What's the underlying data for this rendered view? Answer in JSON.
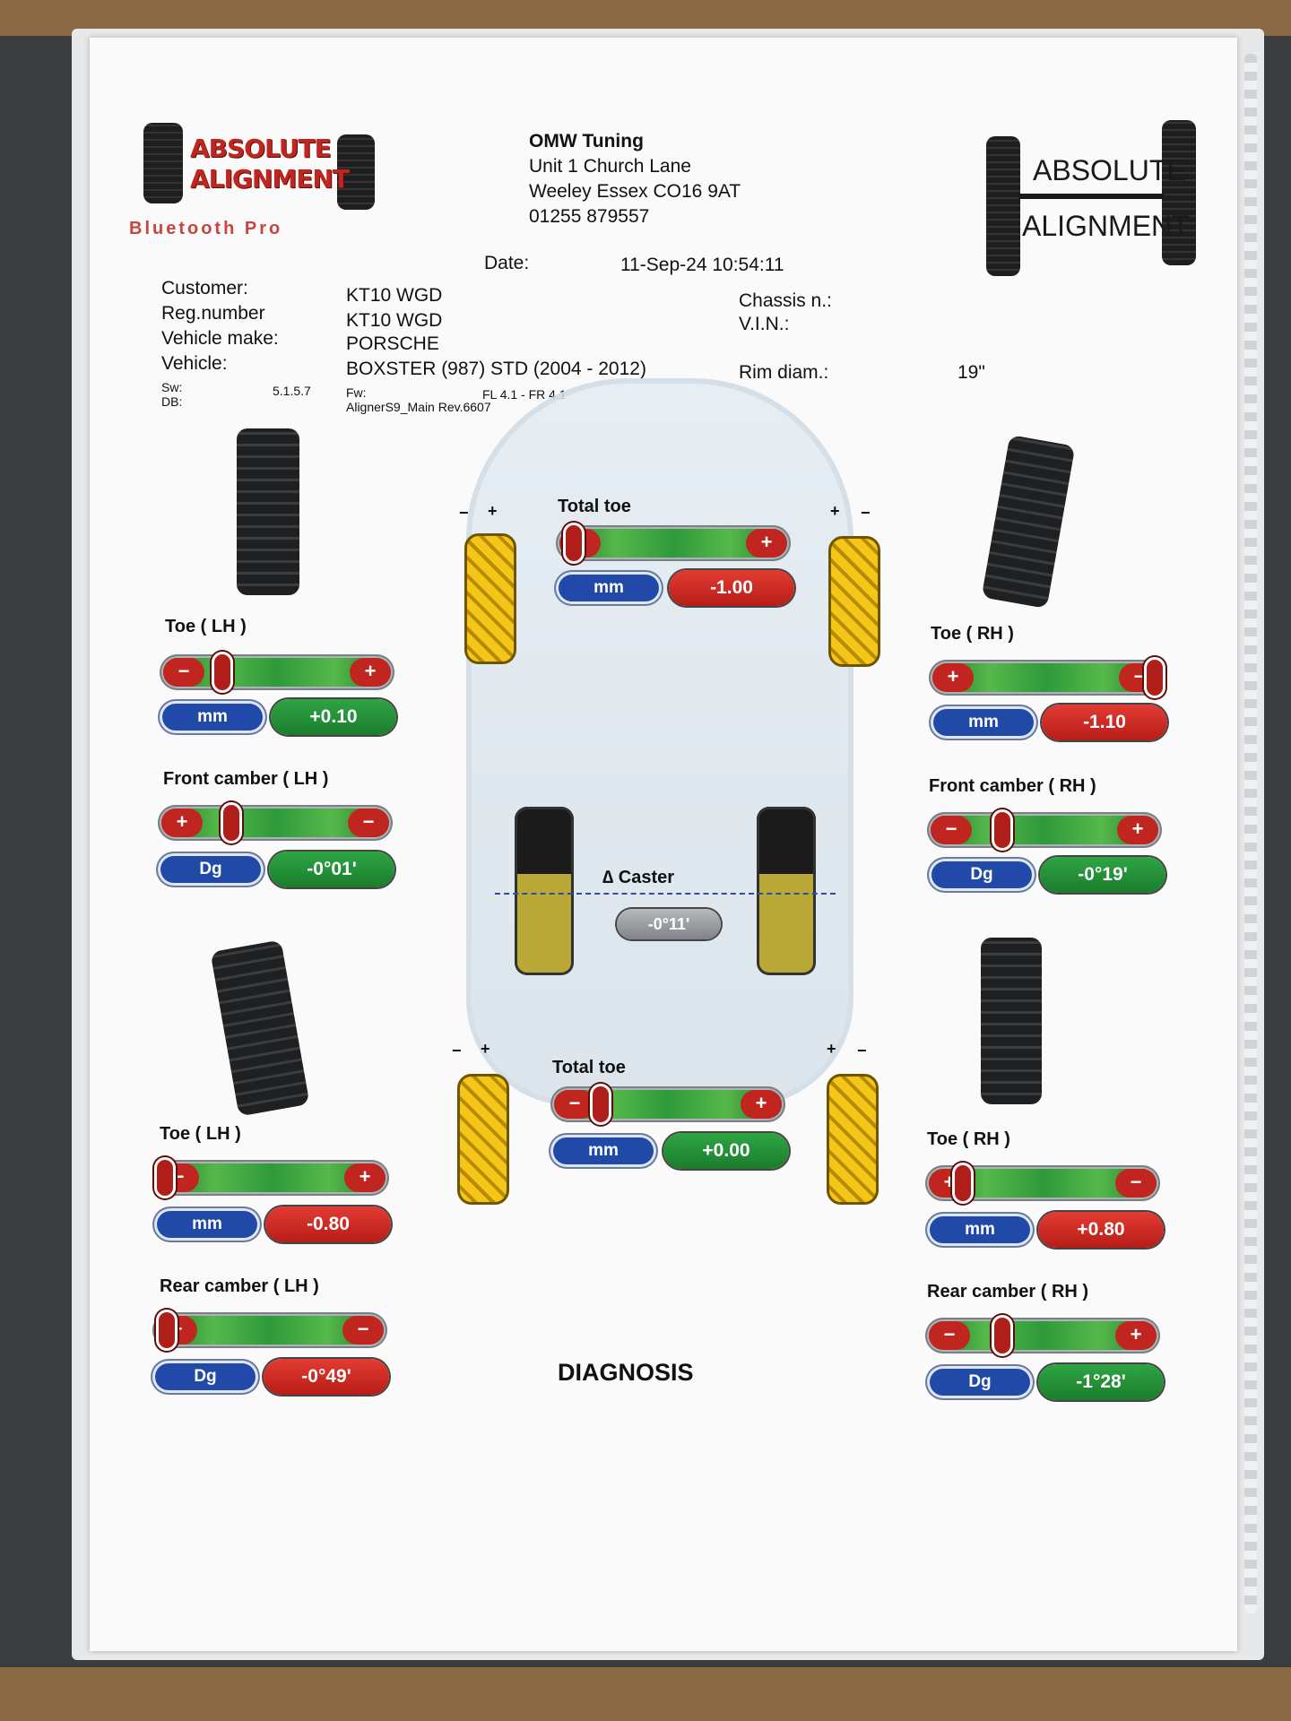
{
  "logo_left": {
    "line1": "ABSOLUTE",
    "line2": "ALIGNMENT",
    "tagline": "Bluetooth Pro"
  },
  "logo_right": {
    "line1": "ABSOLUTE",
    "line2": "ALIGNMENT"
  },
  "workshop": {
    "name": "OMW Tuning",
    "address1": "Unit 1 Church Lane",
    "address2": "Weeley Essex CO16 9AT",
    "phone": "01255 879557"
  },
  "date": {
    "label": "Date:",
    "value": "11-Sep-24  10:54:11"
  },
  "customer": {
    "customer_label": "Customer:",
    "customer_value": "KT10 WGD",
    "reg_label": "Reg.number",
    "reg_value": "KT10 WGD",
    "make_label": "Vehicle make:",
    "make_value": "PORSCHE",
    "vehicle_label": "Vehicle:",
    "vehicle_value": "BOXSTER (987) STD (2004 - 2012)",
    "chassis_label": "Chassis n.:",
    "vin_label": "V.I.N.:",
    "rim_label": "Rim diam.:",
    "rim_value": "19\""
  },
  "software": {
    "sw_label": "Sw:",
    "sw_value": "5.1.5.7",
    "db_label": "DB:",
    "fw_label": "Fw:",
    "fw_value": "FL 4.1 - FR 4.1",
    "db_value": "AlignerS9_Main Rev.6607"
  },
  "front_total_toe": {
    "label": "Total toe",
    "unit": "mm",
    "value": "-1.00",
    "left_sign": "−",
    "right_sign": "+"
  },
  "rear_total_toe": {
    "label": "Total toe",
    "unit": "mm",
    "value": "+0.00",
    "left_sign": "−",
    "right_sign": "+"
  },
  "caster": {
    "label": "∆ Caster",
    "value": "-0°11'"
  },
  "front_left_toe": {
    "label": "Toe ( LH )",
    "unit": "mm",
    "value": "+0.10",
    "left_sign": "−",
    "right_sign": "+"
  },
  "front_right_toe": {
    "label": "Toe ( RH )",
    "unit": "mm",
    "value": "-1.10",
    "left_sign": "+",
    "right_sign": "−"
  },
  "front_left_camber": {
    "label": "Front camber ( LH )",
    "unit": "Dg",
    "value": "-0°01'",
    "left_sign": "+",
    "right_sign": "−"
  },
  "front_right_camber": {
    "label": "Front camber ( RH )",
    "unit": "Dg",
    "value": "-0°19'",
    "left_sign": "−",
    "right_sign": "+"
  },
  "rear_left_toe": {
    "label": "Toe ( LH )",
    "unit": "mm",
    "value": "-0.80",
    "left_sign": "−",
    "right_sign": "+"
  },
  "rear_right_toe": {
    "label": "Toe ( RH )",
    "unit": "mm",
    "value": "+0.80",
    "left_sign": "+",
    "right_sign": "−"
  },
  "rear_left_camber": {
    "label": "Rear camber ( LH )",
    "unit": "Dg",
    "value": "-0°49'",
    "left_sign": "+",
    "right_sign": "−"
  },
  "rear_right_camber": {
    "label": "Rear camber ( RH )",
    "unit": "Dg",
    "value": "-1°28'",
    "left_sign": "−",
    "right_sign": "+"
  },
  "wheel_signs": {
    "minus": "−",
    "plus": "+"
  },
  "diagnosis": "DIAGNOSIS"
}
